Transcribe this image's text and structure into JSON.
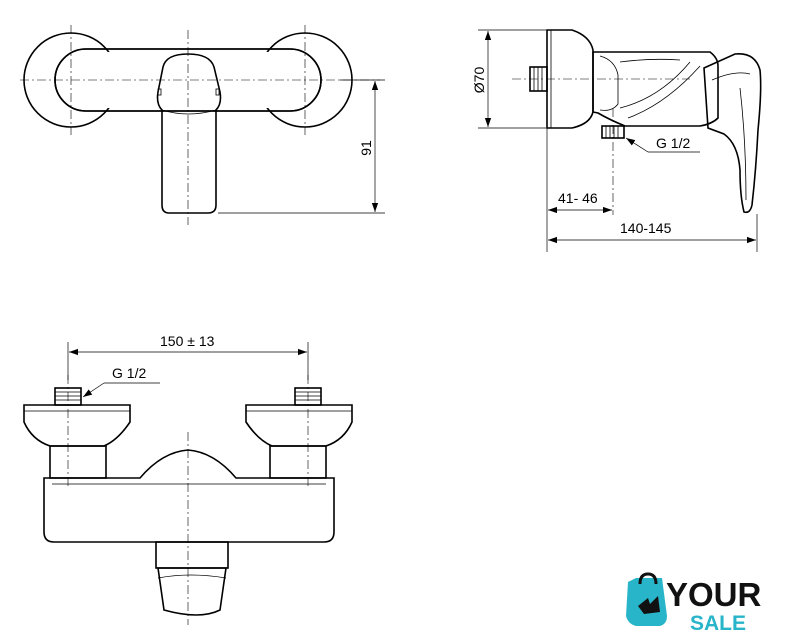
{
  "dimensions": {
    "height_front": "91",
    "diameter": "Ø70",
    "wall_offset": "41- 46",
    "total_depth": "140-145",
    "center_distance": "150 ± 13",
    "thread_side": "G 1/2",
    "thread_bottom": "G 1/2"
  },
  "logo": {
    "word_top": "YOUR",
    "word_bottom": "SALE",
    "accent_color": "#28b5c9",
    "dark_color": "#111111"
  }
}
